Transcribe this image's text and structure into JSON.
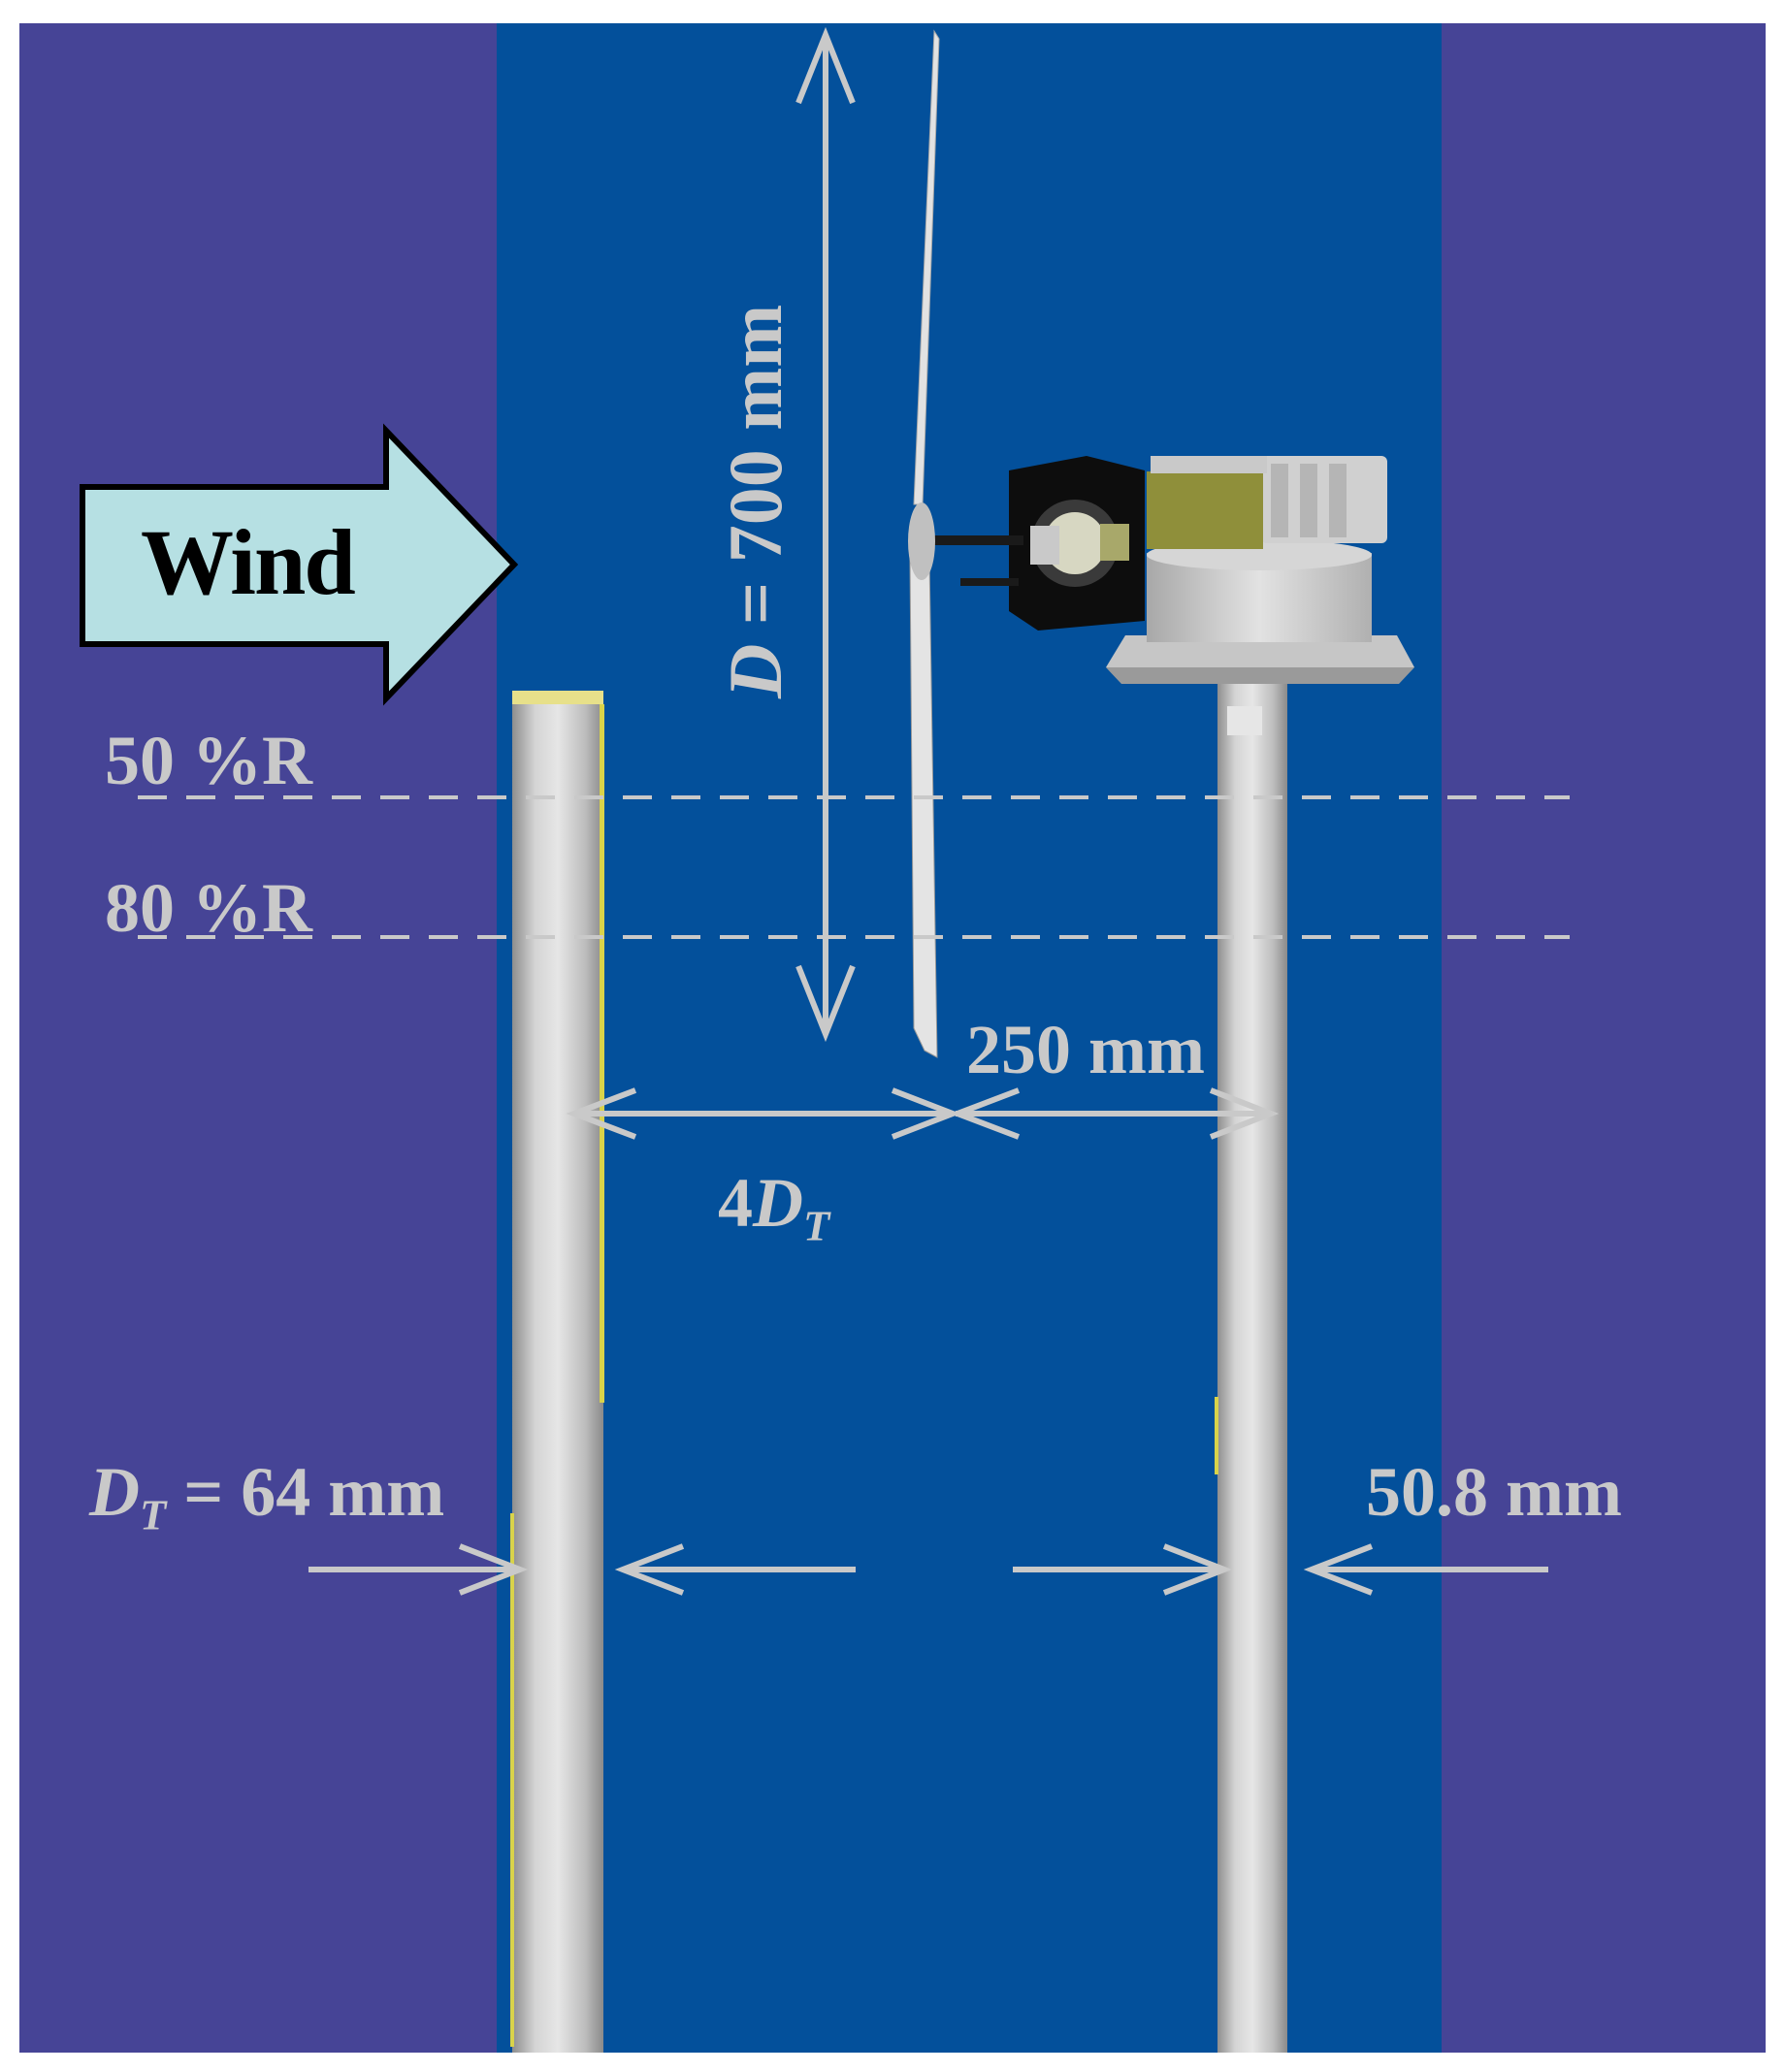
{
  "diagram": {
    "wind_label": "Wind",
    "rotor_diameter_label": {
      "symbol": "D",
      "rest": " = 700 mm"
    },
    "radius_lines": [
      {
        "label": "50 %R"
      },
      {
        "label": "80 %R"
      }
    ],
    "spacing_label": "250 mm",
    "spacing_multiple": {
      "prefix": "4",
      "symbol": "D",
      "subscript": "T"
    },
    "upstream_tower_label": {
      "symbol": "D",
      "subscript": "T",
      "rest": " = 64 mm"
    },
    "downstream_tower_label": "50.8 mm",
    "colors": {
      "outer_background": "#464496",
      "tunnel_background": "#03509b",
      "annotation": "#c9c9c9",
      "wind_arrow_fill": "#b6e0e3",
      "tower": "#c8c8c8"
    }
  }
}
